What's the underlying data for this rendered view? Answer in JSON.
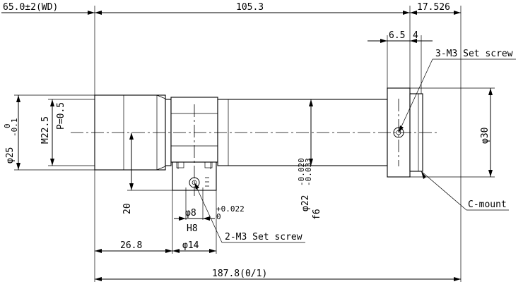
{
  "dimensions": {
    "working_distance": "65.0±2(WD)",
    "length_105": "105.3",
    "length_17": "17.526",
    "length_6_5": "6.5",
    "length_4": "4",
    "dia_25": "φ25",
    "dia_25_tol_upper": "0",
    "dia_25_tol_lower": "-0.1",
    "thread_m22": "M22.5",
    "thread_pitch": "P=0.5",
    "dia_30": "φ30",
    "dia_22": "φ22",
    "dia_22_tol_upper": "-0.020",
    "dia_22_tol_lower": "-0.033",
    "fit_f6": "f6",
    "height_20": "20",
    "dia_8": "φ8",
    "dia_8_tol_upper": "+0.022",
    "dia_8_tol_lower": "0",
    "fit_h8": "H8",
    "dia_14": "φ14",
    "length_26_8": "26.8",
    "total_length": "187.8(0/1)"
  },
  "notes": {
    "set_screw_3": "3-M3 Set screw",
    "set_screw_2": "2-M3 Set screw",
    "c_mount": "C-mount"
  }
}
